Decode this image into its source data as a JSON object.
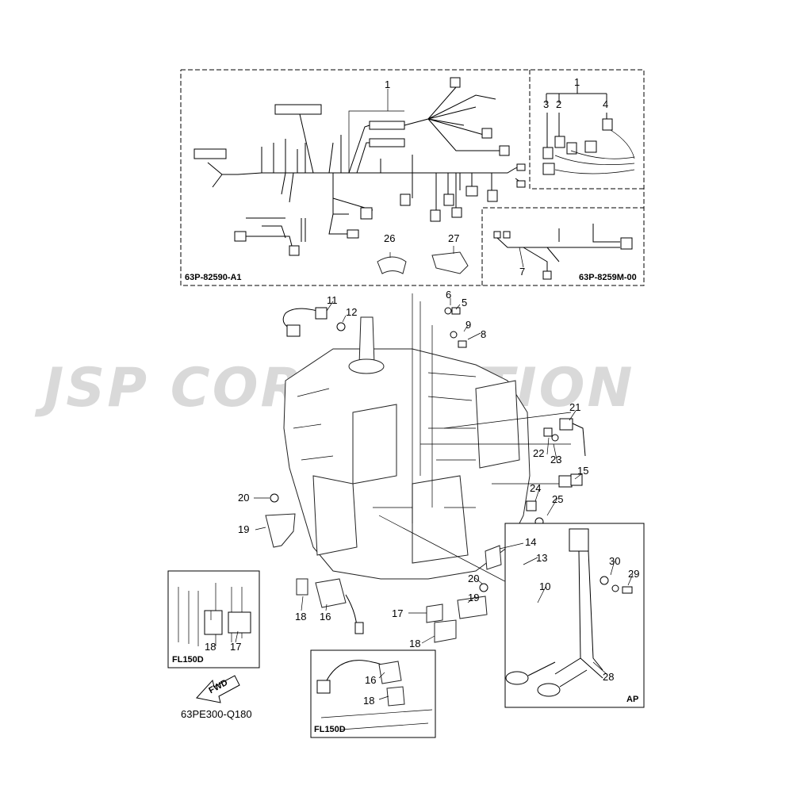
{
  "watermark": "JSP CORPORATION",
  "harness_main_code": "63P-82590-A1",
  "harness_sub_code": "63P-8259M-00",
  "diagram_code": "63PE300-Q180",
  "fwd_label": "FWD",
  "inset_left_label": "FL150D",
  "inset_bottom_label": "FL150D",
  "inset_ap_label": "AP",
  "callouts": {
    "c1_main": "1",
    "c1_detail": "1",
    "c2": "2",
    "c3": "3",
    "c4": "4",
    "c5": "5",
    "c6": "6",
    "c7": "7",
    "c8": "8",
    "c9": "9",
    "c10": "10",
    "c11": "11",
    "c12": "12",
    "c13": "13",
    "c14": "14",
    "c15": "15",
    "c16_main": "16",
    "c16_inset": "16",
    "c17_main": "17",
    "c17_inset": "17",
    "c18_main": "18",
    "c18_inset": "18",
    "c18_bottom": "18",
    "c18_right": "18",
    "c19_main": "19",
    "c19_right": "19",
    "c20_main": "20",
    "c20_right": "20",
    "c21": "21",
    "c22": "22",
    "c23": "23",
    "c24": "24",
    "c25": "25",
    "c26": "26",
    "c27": "27",
    "c28": "28",
    "c29": "29",
    "c30": "30"
  }
}
